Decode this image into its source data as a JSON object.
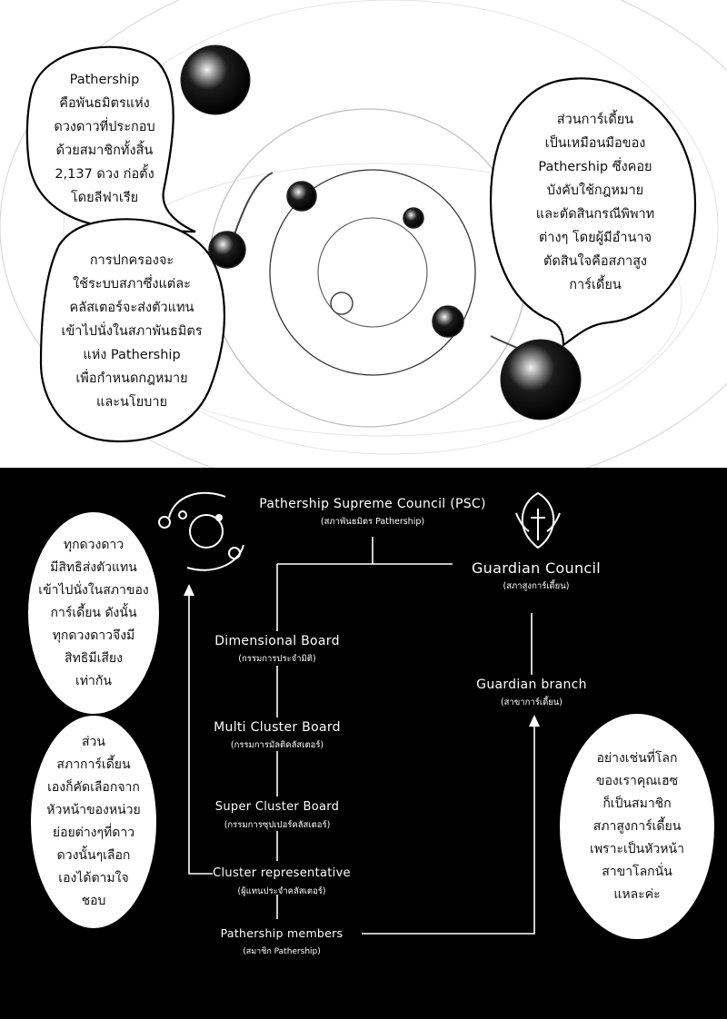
{
  "top_panel": {
    "bubbles": {
      "intro": "Pathership\nคือพันธมิตรแห่ง\nดวงดาวที่ประกอบ\nด้วยสมาชิกทั้งสิ้น\n2,137 ดวง ก่อตั้ง\nโดยลีฟาเรีย",
      "governance": "การปกครองจะ\nใช้ระบบสภาซึ่งแต่ละ\nคลัสเตอร์จะส่งตัวแทน\nเข้าไปนั่งในสภาพันธมิตร\nแห่ง Pathership\nเพื่อกำหนดกฎหมาย\nและนโยบาย",
      "guardian_hand": "ส่วนการ์เดี้ยน\nเป็นเหมือนมือของ\nPathership ซึ่งคอย\nบังคับใช้กฎหมาย\nและตัดสินกรณีพิพาท\nต่างๆ โดยผู้มีอำนาจ\nตัดสินใจคือสภาสูง\nการ์เดี้ยน"
    }
  },
  "bottom_panel": {
    "psc": {
      "title": "Pathership Supreme Council (PSC)",
      "subtitle": "(สภาพันธมิตร Pathership)"
    },
    "guardian_council": {
      "title": "Guardian Council",
      "subtitle": "(สภาสูงการ์เดี้ยน)"
    },
    "guardian_branch": {
      "title": "Guardian branch",
      "subtitle": "(สาขาการ์เดี้ยน)"
    },
    "dimensional_board": {
      "title": "Dimensional Board",
      "subtitle": "(กรรมการประจำมิติ)"
    },
    "multi_cluster_board": {
      "title": "Multi Cluster Board",
      "subtitle": "(กรรมการมัลติคลัสเตอร์)"
    },
    "super_cluster_board": {
      "title": "Super Cluster Board",
      "subtitle": "(กรรมการซุปเปอร์คลัสเตอร์)"
    },
    "cluster_representative": {
      "title": "Cluster representative",
      "subtitle": "(ผู้แทนประจำคลัสเตอร์)"
    },
    "pathership_members": {
      "title": "Pathership members",
      "subtitle": "(สมาชิก Pathership)"
    },
    "bubbles": {
      "equal_vote": "ทุกดวงดาว\nมีสิทธิส่งตัวแทน\nเข้าไปนั่งในสภาของ\nการ์เดี้ยน ดังนั้น\nทุกดวงดาวจึงมี\nสิทธิมีเสียง\nเท่ากัน",
      "elected_heads": "ส่วน\nสภาการ์เดี้ยน\nเองก็คัดเลือกจาก\nหัวหน้าของหน่วย\nย่อยต่างๆที่ดาว\nดวงนั้นๆเลือก\nเองได้ตามใจ\nชอบ",
      "example": "อย่างเช่นที่โลก\nของเราคุณเฮซ\nก็เป็นสมาชิก\nสภาสูงการ์เดี้ยน\nเพราะเป็นหัวหน้า\nสาขาโลกนั่น\nแหละค่ะ"
    }
  }
}
